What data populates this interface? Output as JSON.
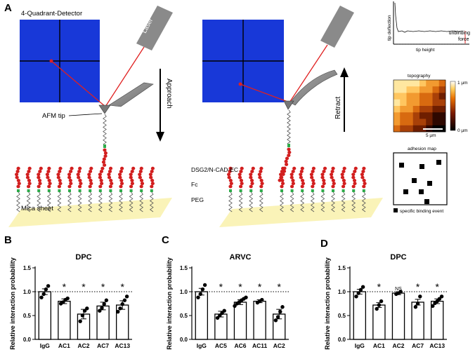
{
  "panels": {
    "A": {
      "letter": "A",
      "detector_label": "4-Quadrant-Detector",
      "laser_label": "Laser",
      "approach_label": "Approach",
      "retract_label": "Retract",
      "afm_tip_label": "AFM tip",
      "mica_label": "Mica sheet",
      "molecule_labels": [
        "DSG2/N-CAD-EC",
        "Fc",
        "PEG"
      ],
      "force_curve": {
        "ylabel": "tip deflection",
        "xlabel": "tip height",
        "annotation": [
          "unbinding",
          "force"
        ]
      },
      "topography": {
        "title": "topography",
        "scale_top": "1 µm",
        "scale_bottom": "0 µm",
        "scalebar": "5 µm"
      },
      "adhesion": {
        "title": "adhesion map",
        "legend": "specific binding event"
      }
    },
    "B": {
      "letter": "B"
    },
    "C": {
      "letter": "C"
    },
    "D": {
      "letter": "D"
    }
  },
  "colors": {
    "detector": "#1838d8",
    "beam": "#e02020",
    "cantilever": "#8a8a8a",
    "mica": "#faf3b8",
    "protein": "#d21f1f",
    "fc": "#2eaa4a",
    "spring": "#555555"
  },
  "chart_data": [
    {
      "type": "bar",
      "panel": "B",
      "title": "DPC",
      "ylabel": "Relative interaction probability",
      "categories": [
        "IgG",
        "AC1",
        "AC2",
        "AC7",
        "AC13"
      ],
      "values": [
        1.0,
        0.8,
        0.53,
        0.7,
        0.72
      ],
      "errors": [
        0.06,
        0.05,
        0.1,
        0.08,
        0.09
      ],
      "points": [
        [
          0.88,
          0.95,
          1.05,
          1.12
        ],
        [
          0.75,
          0.78,
          0.83,
          0.86
        ],
        [
          0.38,
          0.5,
          0.6,
          0.65
        ],
        [
          0.6,
          0.66,
          0.74,
          0.82
        ],
        [
          0.58,
          0.65,
          0.74,
          0.82,
          0.9
        ]
      ],
      "significance": [
        "",
        "*",
        "*",
        "*",
        "*"
      ],
      "ylim": [
        0,
        1.5
      ],
      "yticks": [
        "0.0",
        "0.5",
        "1.0",
        "1.5"
      ],
      "reference_line": 1.0
    },
    {
      "type": "bar",
      "panel": "C",
      "title": "ARVC",
      "ylabel": "Relative interaction probability",
      "categories": [
        "IgG",
        "AC5",
        "AC6",
        "AC11",
        "AC2"
      ],
      "values": [
        1.0,
        0.53,
        0.78,
        0.8,
        0.53
      ],
      "errors": [
        0.07,
        0.06,
        0.05,
        0.03,
        0.1
      ],
      "points": [
        [
          0.88,
          0.95,
          1.05,
          1.14
        ],
        [
          0.45,
          0.5,
          0.55,
          0.6
        ],
        [
          0.7,
          0.75,
          0.78,
          0.82,
          0.85,
          0.88
        ],
        [
          0.77,
          0.8,
          0.83
        ],
        [
          0.4,
          0.47,
          0.58,
          0.68
        ]
      ],
      "significance": [
        "",
        "*",
        "*",
        "*",
        "*"
      ],
      "ylim": [
        0,
        1.5
      ],
      "yticks": [
        "0.0",
        "0.5",
        "1.0",
        "1.5"
      ],
      "reference_line": 1.0
    },
    {
      "type": "bar",
      "panel": "D",
      "title": "DPC",
      "ylabel": "Relative interaction probability",
      "categories": [
        "IgG",
        "AC1",
        "AC2",
        "AC7",
        "AC13"
      ],
      "values": [
        1.0,
        0.72,
        0.97,
        0.78,
        0.8
      ],
      "errors": [
        0.05,
        0.05,
        0.03,
        0.06,
        0.05
      ],
      "points": [
        [
          0.9,
          0.97,
          1.04,
          1.1
        ],
        [
          0.64,
          0.72,
          0.8
        ],
        [
          0.95,
          0.97,
          1.0
        ],
        [
          0.68,
          0.75,
          0.9
        ],
        [
          0.7,
          0.76,
          0.8,
          0.85,
          0.9
        ]
      ],
      "significance": [
        "",
        "*",
        "NS",
        "*",
        "*"
      ],
      "ylim": [
        0,
        1.5
      ],
      "yticks": [
        "0.0",
        "0.5",
        "1.0",
        "1.5"
      ],
      "reference_line": 1.0
    }
  ]
}
